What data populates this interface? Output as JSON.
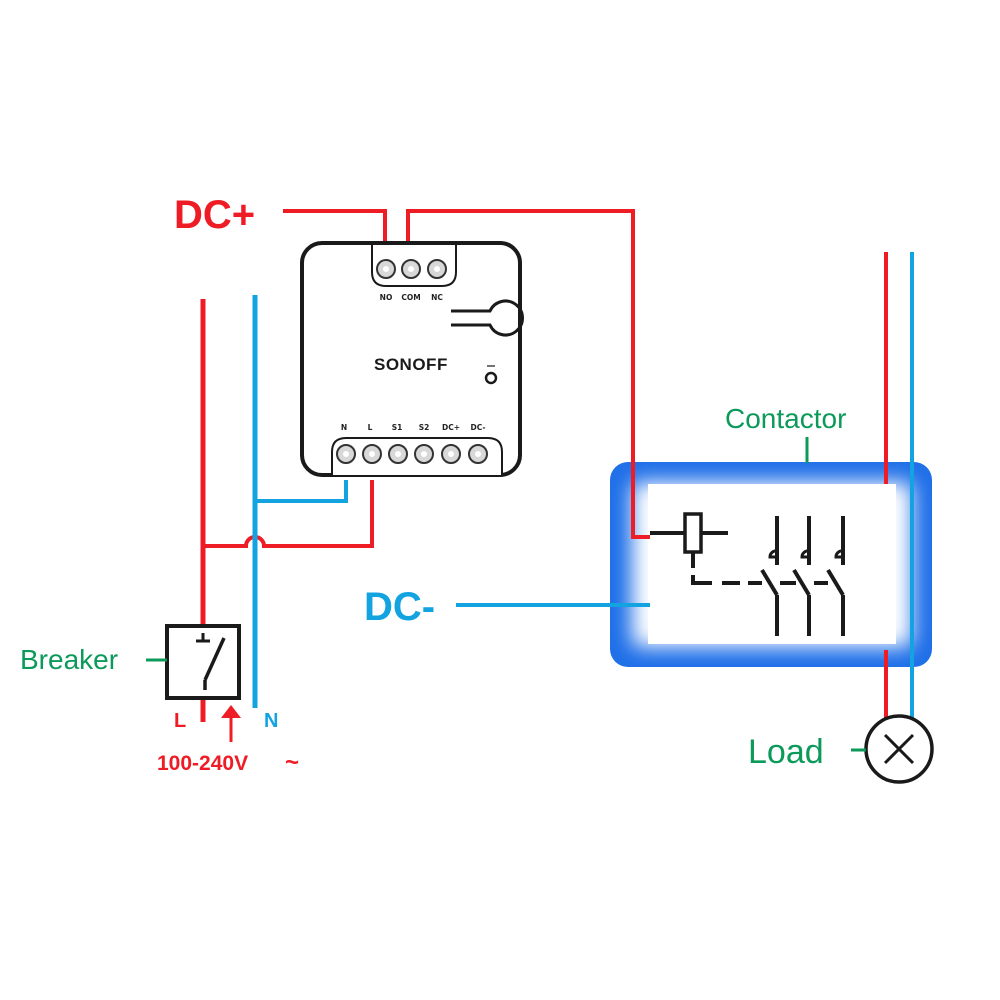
{
  "diagram": {
    "title": "Sonoff relay wiring diagram with contactor",
    "colors": {
      "live": "#ee1c25",
      "neutral": "#12a3e0",
      "label_green": "#0c9a5a",
      "outline": "#1a1a1a",
      "contactor_glow": "#1f6fe8"
    },
    "labels": {
      "dc_plus": "DC+",
      "dc_minus": "DC-",
      "contactor": "Contactor",
      "breaker": "Breaker",
      "load": "Load",
      "line_L": "L",
      "line_N": "N",
      "supply_voltage": "100-240V",
      "ac_symbol": "~"
    },
    "device": {
      "brand": "SONOFF",
      "top_terminals": [
        "NO",
        "COM",
        "NC"
      ],
      "bottom_terminals": [
        "N",
        "L",
        "S1",
        "S2",
        "DC+",
        "DC-"
      ]
    }
  }
}
